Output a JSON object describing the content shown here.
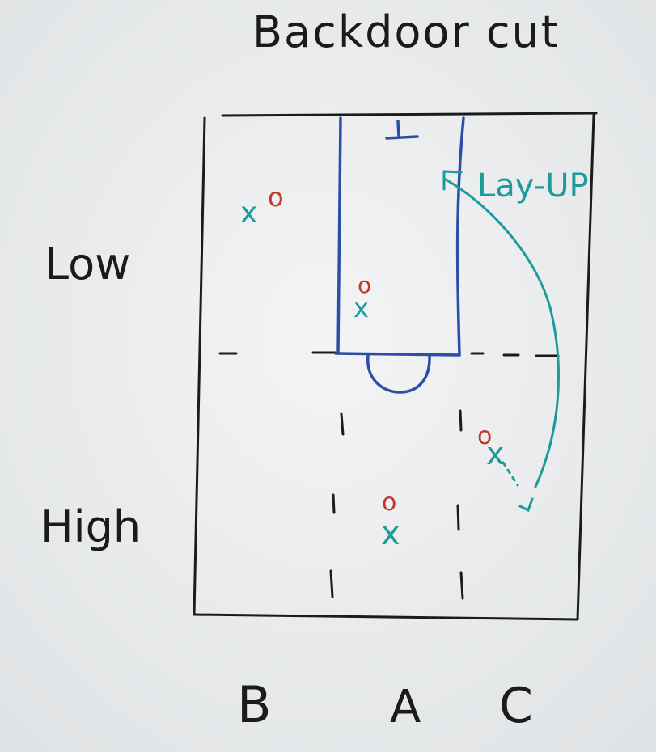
{
  "title": "Backdoor cut",
  "annotation": "Lay-UP",
  "rows": {
    "low": "Low",
    "high": "High"
  },
  "columns": {
    "b": "B",
    "a": "A",
    "c": "C"
  },
  "markers": {
    "defender": "o",
    "offense": "x"
  },
  "colors": {
    "board": "#eef0f1",
    "ink_black": "#1b1b1b",
    "ink_blue": "#2d4ea6",
    "ink_teal": "#1f9a9a",
    "ink_red": "#c0392b"
  }
}
